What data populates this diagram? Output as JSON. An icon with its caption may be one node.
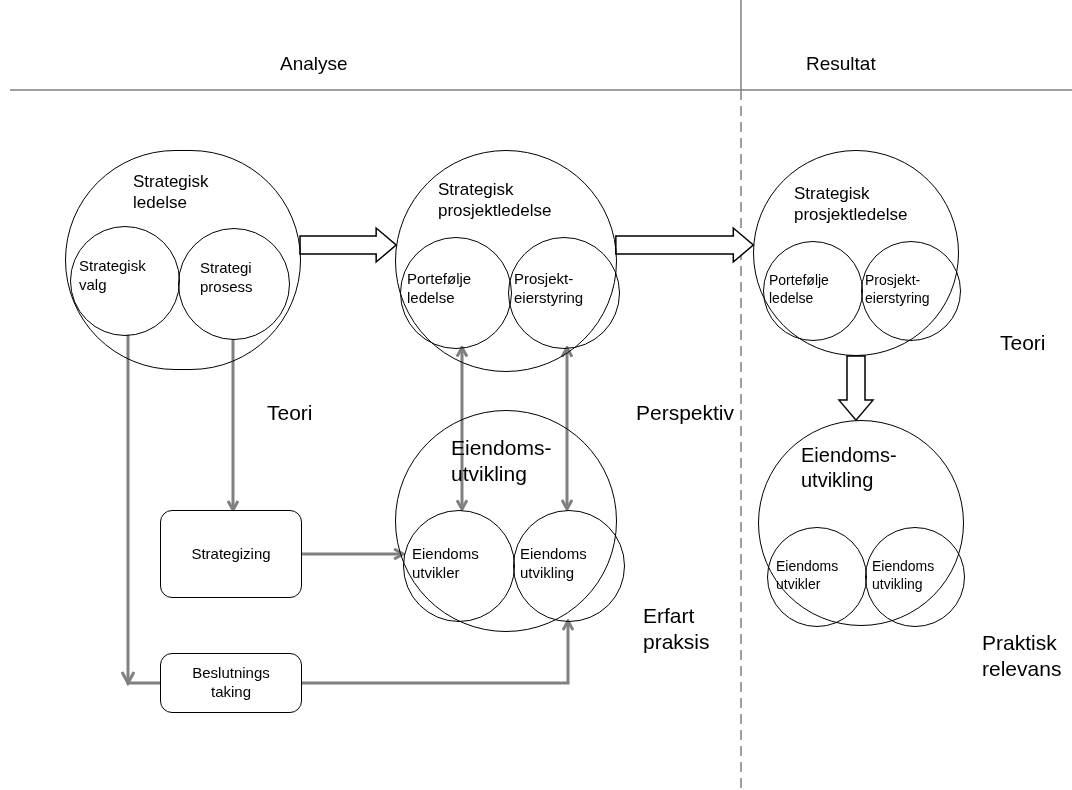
{
  "diagram": {
    "nodes": [
      {
        "text": [
          "Strategisk ledelse"
        ]
      },
      {
        "text": [
          "Strategisk valg"
        ],
        "in": 0
      },
      {
        "text": [
          "Strategi prosess"
        ],
        "in": 0
      },
      {
        "text": [
          "Strategisk prosjektledelse"
        ]
      },
      {
        "text": [
          "Portefølje ledelse"
        ],
        "in": 3
      },
      {
        "text": [
          "Prosjekt-eierstyring"
        ],
        "in": 3
      },
      {
        "text": [
          "Eiendoms-utvikling"
        ]
      },
      {
        "text": [
          "Eiendoms utvikler"
        ],
        "in": 6
      },
      {
        "text": [
          "Eiendoms utvikling"
        ],
        "in": 6
      },
      {
        "text": [
          "Strategizing"
        ]
      },
      {
        "text": [
          "Beslutnings taking"
        ]
      },
      {
        "text": [
          "Strategisk prosjektledelse"
        ]
      },
      {
        "text": [
          "Portefølje ledelse"
        ],
        "in": 11
      },
      {
        "text": [
          "Prosjekt-eierstyring"
        ],
        "in": 11
      },
      {
        "text": [
          "Eiendoms-utvikling"
        ]
      },
      {
        "text": [
          "Eiendoms utvikler"
        ],
        "in": 14
      },
      {
        "text": [
          "Eiendoms utvikling"
        ],
        "in": 14
      }
    ],
    "edges": [
      {
        "from": 0,
        "to": 3,
        "arrow": "to",
        "style": "thick",
        "color": "#000000"
      },
      {
        "from": 3,
        "to": 11,
        "arrow": "to",
        "style": "thick",
        "color": "#000000"
      },
      {
        "from": 11,
        "to": 14,
        "arrow": "to",
        "style": "thick",
        "color": "#000000"
      },
      {
        "from": 2,
        "to": 9,
        "arrow": "to"
      },
      {
        "from": 1,
        "to": 10,
        "arrow": "to"
      },
      {
        "from": 10,
        "to": 8,
        "arrow": "to"
      },
      {
        "from": 9,
        "to": 7,
        "arrow": "to"
      },
      {
        "from": 4,
        "to": 7,
        "arrow": "both"
      },
      {
        "from": 5,
        "to": 8,
        "arrow": "both"
      }
    ],
    "labels": [
      "Analyse",
      "Resultat",
      "Teori",
      "Perspektiv",
      "Erfart praksis",
      "Teori",
      "Praktisk relevans"
    ]
  }
}
